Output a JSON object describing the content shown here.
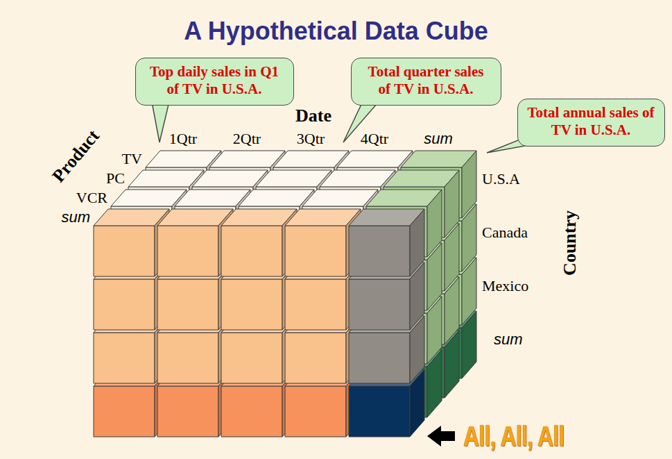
{
  "diagram": {
    "title": "A Hypothetical Data Cube",
    "nodes": [
      {
        "text": [
          "Top daily sales in Q1 of TV in U.S.A."
        ]
      },
      {
        "text": [
          "Total quarter sales of TV in U.S.A."
        ]
      },
      {
        "text": [
          "Total annual sales of TV in U.S.A."
        ]
      }
    ],
    "labels": [
      "Product",
      "TV",
      "PC",
      "VCR",
      "sum",
      "Date",
      "1Qtr",
      "2Qtr",
      "3Qtr",
      "4Qtr",
      "sum",
      "U.S.A",
      "Canada",
      "Mexico",
      "sum",
      "Country",
      "All, All, All"
    ]
  }
}
